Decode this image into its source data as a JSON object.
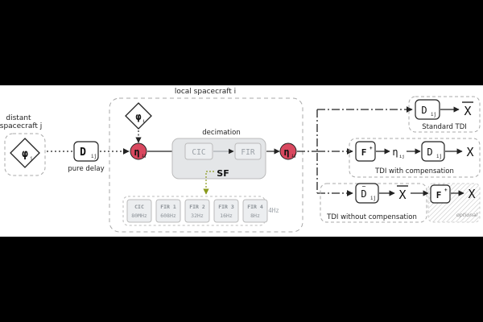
{
  "labels": {
    "local_spacecraft": "local spacecraft i",
    "distant_spacecraft_line1": "distant",
    "distant_spacecraft_line2": "spacecraft j",
    "pure_delay": "pure delay",
    "decimation": "decimation",
    "sf": "SF",
    "standard_tdi": "Standard TDI",
    "tdi_with_comp": "TDI with compensation",
    "tdi_without_comp": "TDI without compensation",
    "optional": "optional"
  },
  "nodes": {
    "phi": "φ",
    "phi_j_sub": "j",
    "phi_i_sub": "i",
    "D": "D",
    "ij": "ij",
    "eta": "η",
    "cic": "CIC",
    "fir": "FIR",
    "X": "X",
    "Xbar": "X",
    "F": "F",
    "plus": "+"
  },
  "filter_chain": [
    {
      "name": "CIC",
      "freq": "80MHz"
    },
    {
      "name": "FIR 1",
      "freq": "608Hz"
    },
    {
      "name": "FIR 2",
      "freq": "32Hz"
    },
    {
      "name": "FIR 3",
      "freq": "16Hz"
    },
    {
      "name": "FIR 4",
      "freq": "8Hz"
    }
  ],
  "final_freq": "4Hz",
  "colors": {
    "eta_fill": "#d9485f",
    "sf_arrow": "#8a9a1c",
    "box_stroke": "#333333",
    "dashed": "#999999",
    "ghost_text": "#9aa0a6"
  }
}
